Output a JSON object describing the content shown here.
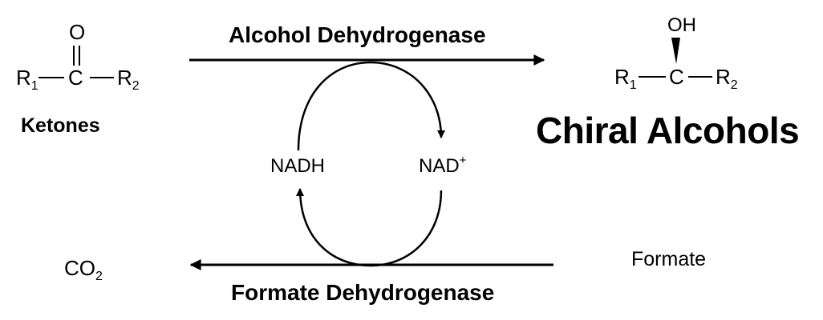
{
  "enzymes": {
    "top": "Alcohol Dehydrogenase",
    "bottom": "Formate Dehydrogenase"
  },
  "substrate": {
    "name": "Ketones",
    "atom_o": "O",
    "atom_c": "C",
    "r1": "R",
    "r1_sub": "1",
    "r2": "R",
    "r2_sub": "2"
  },
  "product": {
    "name": "Chiral Alcohols",
    "atom_oh": "OH",
    "atom_c": "C",
    "r1": "R",
    "r1_sub": "1",
    "r2": "R",
    "r2_sub": "2"
  },
  "cofactors": {
    "reduced": "NADH",
    "oxidized_base": "NAD",
    "oxidized_sup": "+"
  },
  "cosubstrate": {
    "input": "Formate",
    "output_base": "CO",
    "output_sub": "2"
  }
}
